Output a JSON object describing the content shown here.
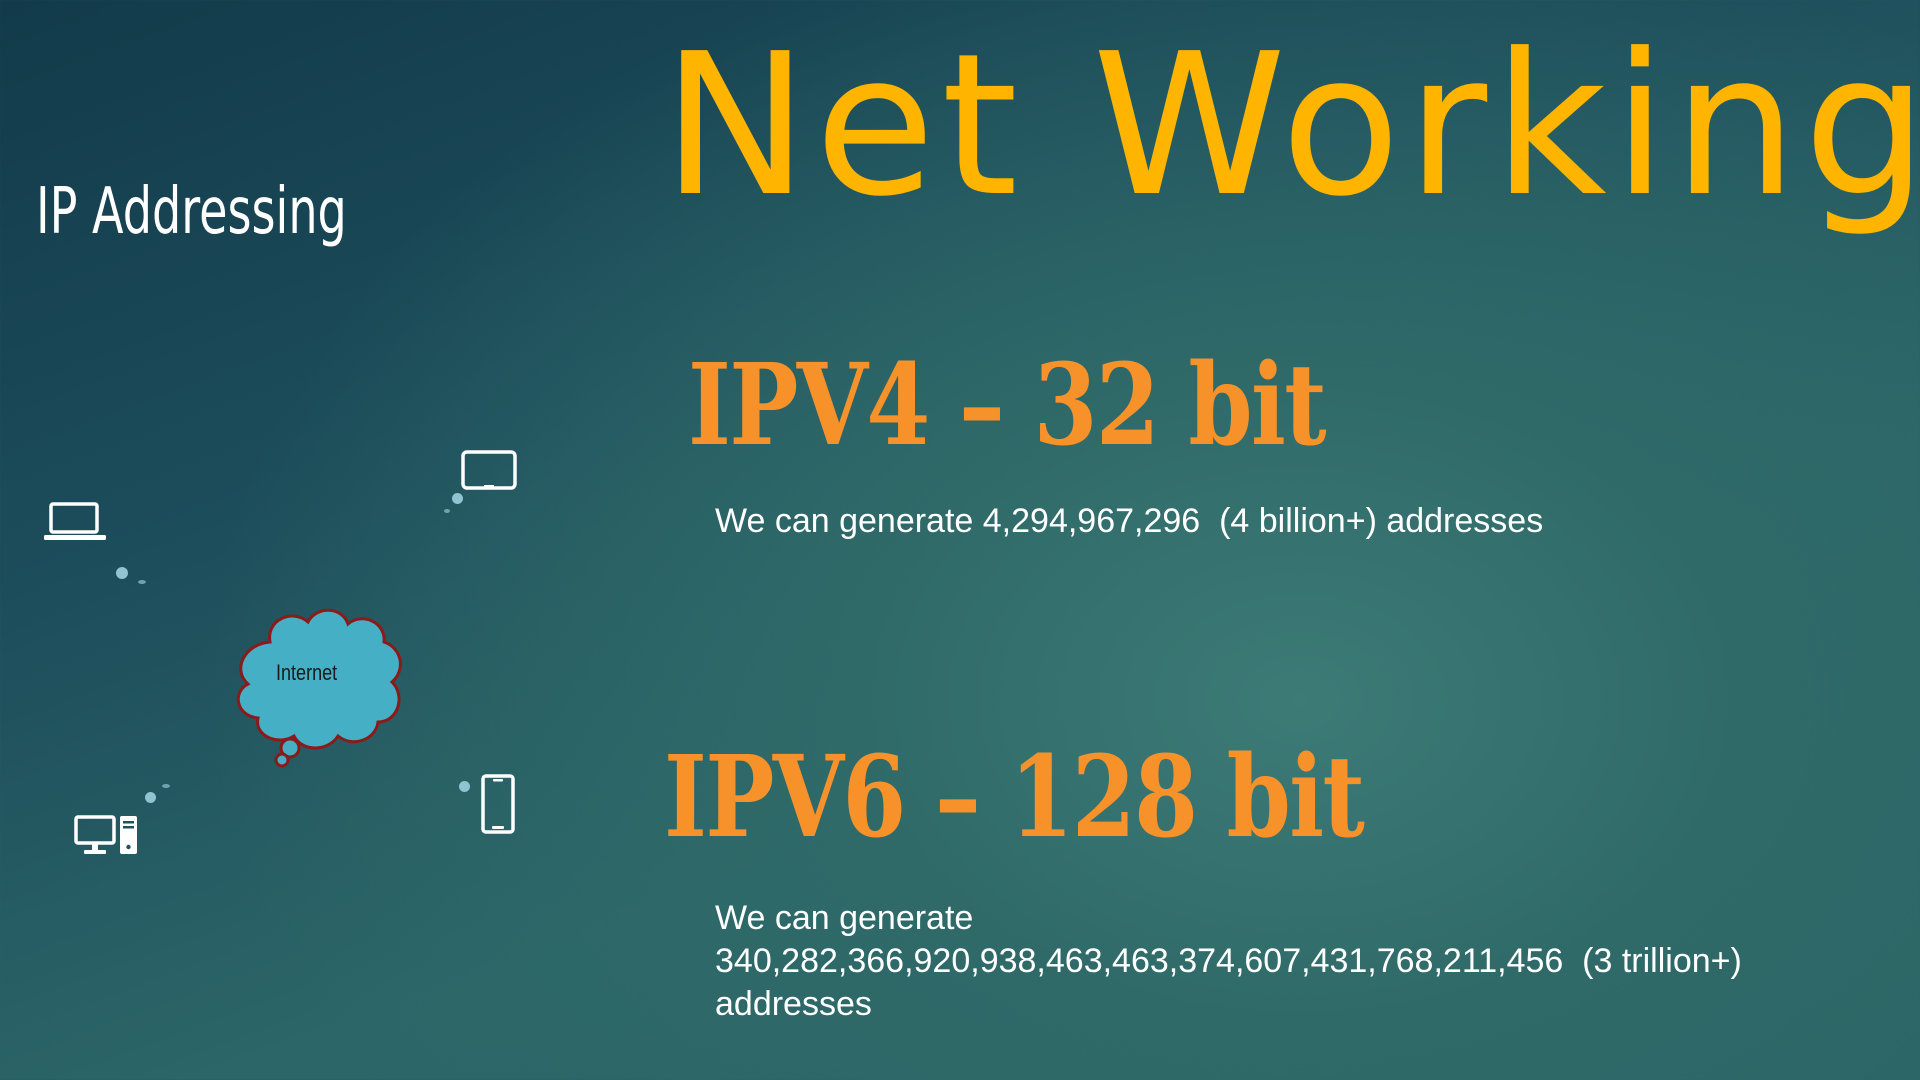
{
  "slide": {
    "title": "Net Working",
    "topic": "IP Addressing",
    "colors": {
      "title": "#ffb400",
      "heading": "#f7922b",
      "text": "#ffffff",
      "cloud_fill": "#45afc6",
      "cloud_outline": "#8b1a1a"
    }
  },
  "diagram": {
    "cloud_label": "Internet",
    "icons": [
      "laptop-icon",
      "tablet-icon",
      "desktop-icon",
      "phone-icon"
    ]
  },
  "ipv4": {
    "heading": "IPV4 – 32 bit",
    "description": "We can generate 4,294,967,296  (4 billion+) addresses"
  },
  "ipv6": {
    "heading": "IPV6 – 128 bit",
    "description_line1": "We can generate",
    "description_line2": "340,282,366,920,938,463,463,374,607,431,768,211,456  (3 trillion+)",
    "description_line3": "addresses"
  }
}
